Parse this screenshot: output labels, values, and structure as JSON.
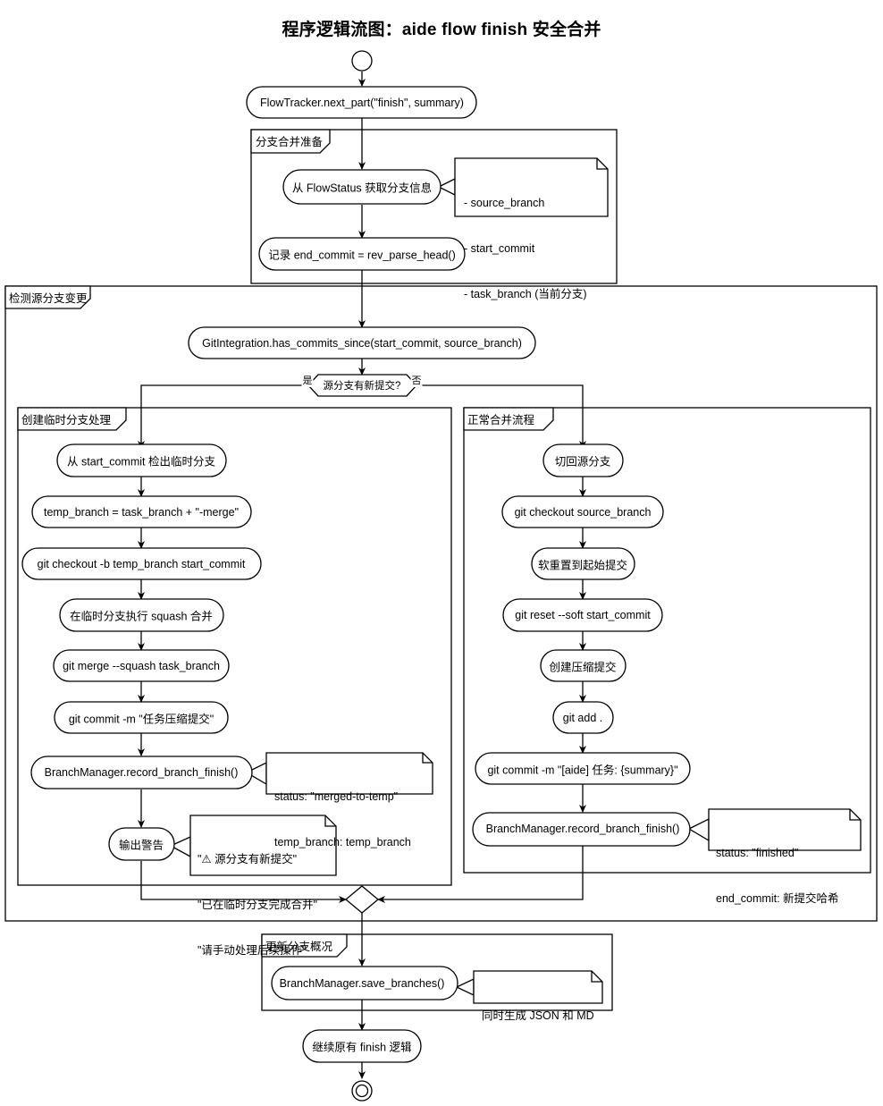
{
  "title": "程序逻辑流图：aide flow finish 安全合并",
  "colors": {
    "stroke": "#000000",
    "fill": "#ffffff",
    "text": "#000000"
  },
  "start_node": {
    "name": "start-circle"
  },
  "end_node": {
    "name": "end-circle"
  },
  "nodes": {
    "flow_tracker": "FlowTracker.next_part(\"finish\", summary)",
    "get_branch_info": "从 FlowStatus 获取分支信息",
    "record_end_commit": "记录 end_commit = rev_parse_head()",
    "has_commits_since": "GitIntegration.has_commits_since(start_commit, source_branch)",
    "decision": "源分支有新提交?",
    "left_1": "从 start_commit 检出临时分支",
    "left_2": "temp_branch = task_branch + \"-merge\"",
    "left_3": "git checkout -b temp_branch start_commit",
    "left_4": "在临时分支执行 squash 合并",
    "left_5": "git merge --squash task_branch",
    "left_6": "git commit -m \"任务压缩提交\"",
    "left_7": "BranchManager.record_branch_finish()",
    "left_8": "输出警告",
    "right_1": "切回源分支",
    "right_2": "git checkout source_branch",
    "right_3": "软重置到起始提交",
    "right_4": "git reset --soft start_commit",
    "right_5": "创建压缩提交",
    "right_6": "git add .",
    "right_7": "git commit -m \"[aide] 任务: {summary}\"",
    "right_8": "BranchManager.record_branch_finish()",
    "save_branches": "BranchManager.save_branches()",
    "continue_finish": "继续原有 finish 逻辑"
  },
  "edge_labels": {
    "yes": "是",
    "no": "否"
  },
  "frames": {
    "prepare": "分支合并准备",
    "detect": "检测源分支变更",
    "temp_branch": "创建临时分支处理",
    "normal_merge": "正常合并流程",
    "update_overview": "更新分支概况"
  },
  "notes": {
    "branch_info": [
      "- source_branch",
      "- start_commit",
      "- task_branch (当前分支)"
    ],
    "merged_to_temp": [
      "status: \"merged-to-temp\"",
      "temp_branch: temp_branch"
    ],
    "warning": [
      "\"⚠ 源分支有新提交\"",
      "\"已在临时分支完成合并\"",
      "\"请手动处理后续操作\""
    ],
    "finished": [
      "status: \"finished\"",
      "end_commit: 新提交哈希"
    ],
    "save_note": [
      "同时生成 JSON 和 MD"
    ]
  }
}
